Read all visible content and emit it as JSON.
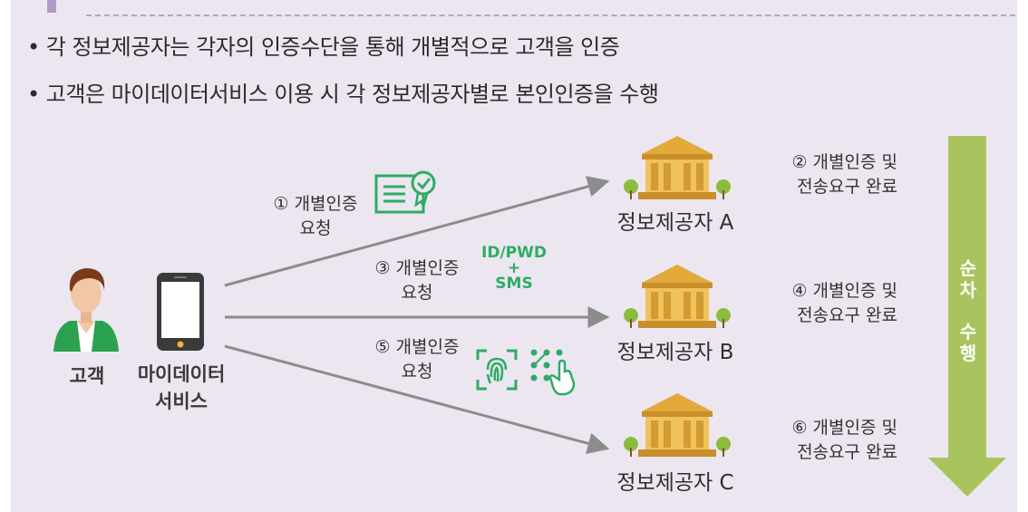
{
  "bullets": [
    "• 각 정보제공자는 각자의 인증수단을 통해 개별적으로 고객을 인증",
    "• 고객은 마이데이터서비스 이용 시 각 정보제공자별로 본인인증을 수행"
  ],
  "customer": {
    "label": "고객"
  },
  "service": {
    "label_line1": "마이데이터",
    "label_line2": "서비스"
  },
  "requests": [
    {
      "line1": "① 개별인증",
      "line2": "요청"
    },
    {
      "line1": "③ 개별인증",
      "line2": "요청"
    },
    {
      "line1": "⑤ 개별인증",
      "line2": "요청"
    }
  ],
  "auth_method_text": {
    "line1": "ID/PWD",
    "line2": "+",
    "line3": "SMS"
  },
  "providers": [
    {
      "name": "정보제공자 A",
      "result_line1": "② 개별인증 및",
      "result_line2": "전송요구 완료"
    },
    {
      "name": "정보제공자 B",
      "result_line1": "④ 개별인증 및",
      "result_line2": "전송요구 완료"
    },
    {
      "name": "정보제공자 C",
      "result_line1": "⑥ 개별인증 및",
      "result_line2": "전송요구 완료"
    }
  ],
  "sequence_label": {
    "chars": [
      "순",
      "차",
      "수",
      "행"
    ]
  },
  "colors": {
    "panel": "#ece6f1",
    "accent_green": "#2eac64",
    "arrow_green": "#a9c45e",
    "building_gold": "#e2a93b",
    "line_gray": "#8c8c8c"
  },
  "icons": [
    "person-icon",
    "smartphone-icon",
    "certificate-icon",
    "fingerprint-icon",
    "pattern-touch-icon",
    "bank-building-icon"
  ]
}
